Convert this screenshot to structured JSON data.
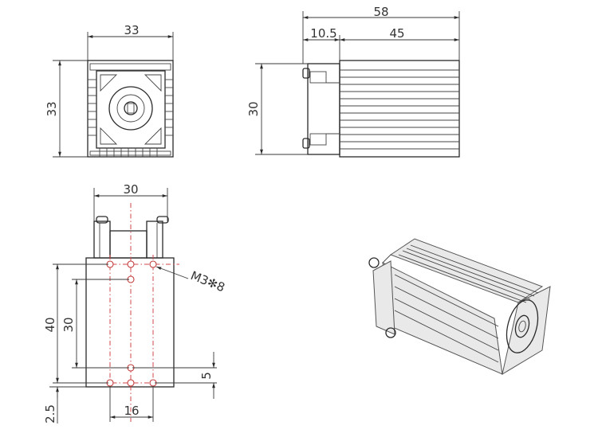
{
  "front_view": {
    "width_label": "33",
    "height_label": "33"
  },
  "side_view": {
    "total_length_label": "58",
    "flange_label": "10.5",
    "body_length_label": "45",
    "height_label": "30"
  },
  "bottom_view": {
    "width_label": "30",
    "outer_length_label": "40",
    "hole_spacing_label": "30",
    "hole_offset_label": "5",
    "edge_offset_label": "2.5",
    "hole_gap_label": "16",
    "thread_label": "M3✻8"
  },
  "iso_view": {}
}
